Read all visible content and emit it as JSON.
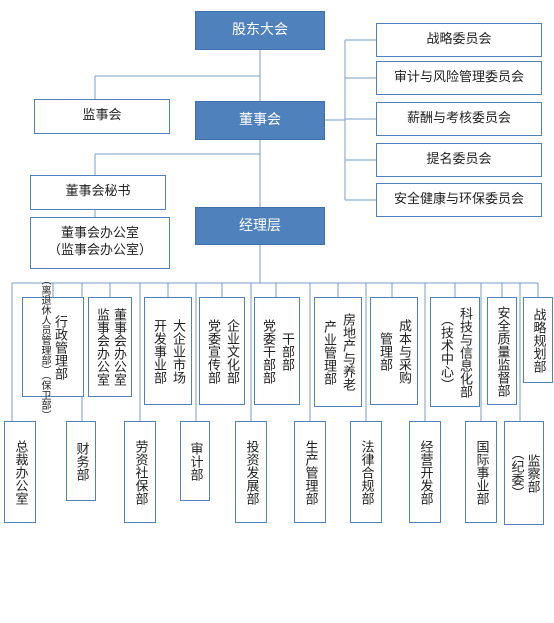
{
  "top": {
    "shareholders": "股东大会",
    "supervisory": "监事会",
    "board": "董事会",
    "secretary": "董事会秘书",
    "board_office_line1": "董事会办公室",
    "board_office_line2": "（监事会办公室）",
    "management": "经理层"
  },
  "committees": [
    "战略委员会",
    "审计与风险管理委员会",
    "薪酬与考核委员会",
    "提名委员会",
    "安全健康与环保委员会"
  ],
  "upper_depts": [
    {
      "main": "行政管理部",
      "sub": "（离退休人员管理部）（保卫部）"
    },
    {
      "main": "董事会办公室",
      "sub": "监事会办公室"
    },
    {
      "main": "大企业市场",
      "sub": "开发事业部"
    },
    {
      "main": "企业文化部",
      "sub": "党委宣传部"
    },
    {
      "main": "干部部",
      "sub": "党委干部部"
    },
    {
      "main": "房地产与养老",
      "sub": "产业管理部"
    },
    {
      "main": "成本与采购",
      "sub": "管理部"
    },
    {
      "main": "科技与信息化部",
      "sub": "（技术中心）"
    },
    {
      "main": "安全质量监督部",
      "sub": ""
    },
    {
      "main": "战略规划部",
      "sub": ""
    }
  ],
  "lower_depts": [
    {
      "main": "总裁办公室",
      "sub": ""
    },
    {
      "main": "财务部",
      "sub": ""
    },
    {
      "main": "劳资社保部",
      "sub": ""
    },
    {
      "main": "审计部",
      "sub": ""
    },
    {
      "main": "投资发展部",
      "sub": ""
    },
    {
      "main": "生产管理部",
      "sub": ""
    },
    {
      "main": "法律合规部",
      "sub": ""
    },
    {
      "main": "经营开发部",
      "sub": ""
    },
    {
      "main": "国际事业部",
      "sub": ""
    },
    {
      "main": "监察部",
      "sub": "（纪委）"
    }
  ]
}
